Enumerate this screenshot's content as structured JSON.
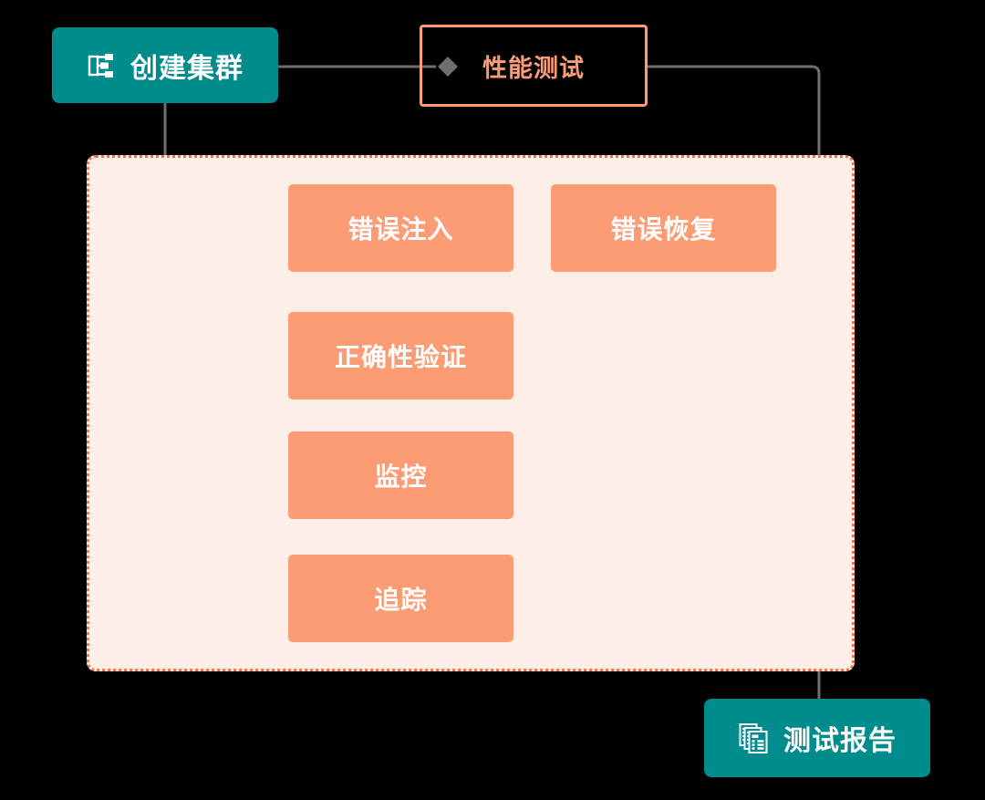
{
  "diagram": {
    "type": "flowchart",
    "title_nodes": {
      "start": {
        "label": "创建集群",
        "icon": "cluster-nodes-icon",
        "style": "teal-filled",
        "color": "#008C8C"
      },
      "phase": {
        "label": "性能测试",
        "style": "orange-outline",
        "color": "#FB9C75"
      },
      "end": {
        "label": "测试报告",
        "icon": "documents-report-icon",
        "style": "teal-filled",
        "color": "#008C8C"
      }
    },
    "group": {
      "style": "dotted-orange",
      "fill_color": "#FDEEE8",
      "border_color": "#F4714A"
    },
    "steps": [
      {
        "label": "错误注入",
        "color": "#FB9C75"
      },
      {
        "label": "错误恢复",
        "color": "#FB9C75"
      },
      {
        "label": "正确性验证",
        "color": "#FB9C75"
      },
      {
        "label": "监控",
        "color": "#FB9C75"
      },
      {
        "label": "追踪",
        "color": "#FB9C75"
      }
    ],
    "connector": {
      "line_color": "#6E6E6E",
      "marker": "diamond"
    }
  }
}
